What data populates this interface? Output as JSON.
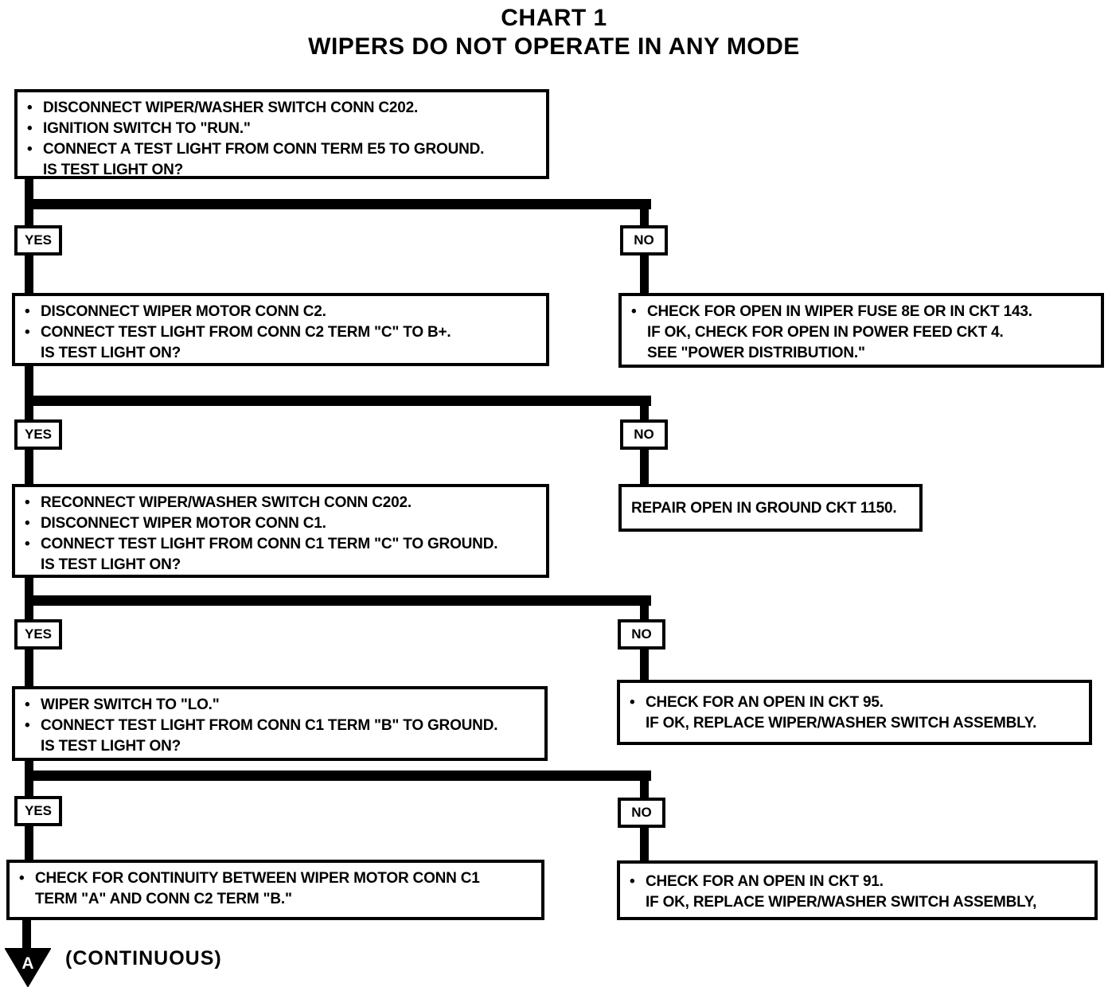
{
  "title": {
    "line1": "CHART 1",
    "line2": "WIPERS DO NOT OPERATE IN ANY MODE"
  },
  "bullet_glyph": "•",
  "branch_labels": {
    "yes": "YES",
    "no": "NO"
  },
  "connector": {
    "letter": "A",
    "caption": "(CONTINUOUS)"
  },
  "boxes": {
    "step1": {
      "lines": [
        "DISCONNECT WIPER/WASHER SWITCH CONN C202.",
        "IGNITION SWITCH TO \"RUN.\"",
        "CONNECT A TEST LIGHT FROM CONN TERM E5 TO GROUND.",
        "IS TEST LIGHT ON?"
      ]
    },
    "step2": {
      "lines": [
        "DISCONNECT WIPER MOTOR CONN C2.",
        "CONNECT TEST LIGHT FROM CONN C2 TERM \"C\" TO B+.",
        "IS TEST LIGHT ON?"
      ]
    },
    "step3": {
      "lines": [
        "RECONNECT WIPER/WASHER SWITCH CONN C202.",
        "DISCONNECT WIPER MOTOR CONN C1.",
        "CONNECT TEST LIGHT FROM CONN C1 TERM \"C\" TO GROUND.",
        "IS TEST LIGHT ON?"
      ]
    },
    "step4": {
      "lines": [
        "WIPER SWITCH TO \"LO.\"",
        "CONNECT TEST LIGHT FROM CONN C1 TERM \"B\" TO GROUND.",
        "IS TEST LIGHT ON?"
      ]
    },
    "step5": {
      "lines": [
        "CHECK FOR CONTINUITY BETWEEN WIPER MOTOR CONN C1",
        "TERM \"A\" AND CONN C2 TERM \"B.\""
      ]
    },
    "result_fuse": {
      "lines": [
        "CHECK FOR OPEN IN WIPER FUSE 8E OR IN CKT 143.",
        "IF OK, CHECK FOR OPEN IN POWER FEED CKT 4.",
        "SEE \"POWER DISTRIBUTION.\""
      ]
    },
    "result_ground": {
      "lines": [
        "REPAIR OPEN IN GROUND CKT 1150."
      ]
    },
    "result_ckt95": {
      "lines": [
        "CHECK FOR AN OPEN IN CKT 95.",
        "IF OK, REPLACE WIPER/WASHER SWITCH ASSEMBLY."
      ]
    },
    "result_ckt91": {
      "lines": [
        "CHECK FOR AN OPEN IN CKT 91.",
        "IF OK, REPLACE WIPER/WASHER SWITCH ASSEMBLY,"
      ]
    }
  }
}
